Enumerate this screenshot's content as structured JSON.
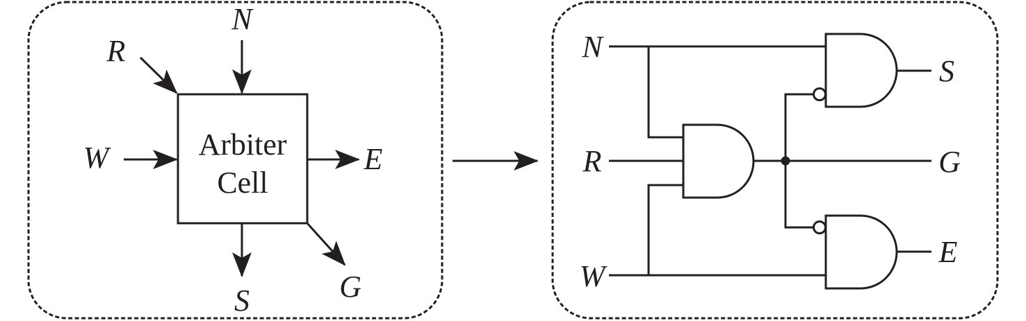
{
  "left_panel": {
    "block_label_line1": "Arbiter",
    "block_label_line2": "Cell",
    "inputs": {
      "north": "N",
      "west": "W",
      "request": "R"
    },
    "outputs": {
      "east": "E",
      "south": "S",
      "grant": "G"
    }
  },
  "right_panel": {
    "inputs": {
      "north": "N",
      "request": "R",
      "west": "W"
    },
    "outputs": {
      "south": "S",
      "grant": "G",
      "east": "E"
    },
    "gates": [
      {
        "id": "grant-and",
        "type": "AND",
        "inputs": [
          "N",
          "R",
          "W"
        ],
        "output": "G"
      },
      {
        "id": "south-and",
        "type": "AND",
        "inputs": [
          "N",
          "NOT G"
        ],
        "output": "S"
      },
      {
        "id": "east-and",
        "type": "AND",
        "inputs": [
          "NOT G",
          "W"
        ],
        "output": "E"
      }
    ]
  },
  "colors": {
    "ink": "#231f20",
    "background": "#ffffff"
  }
}
